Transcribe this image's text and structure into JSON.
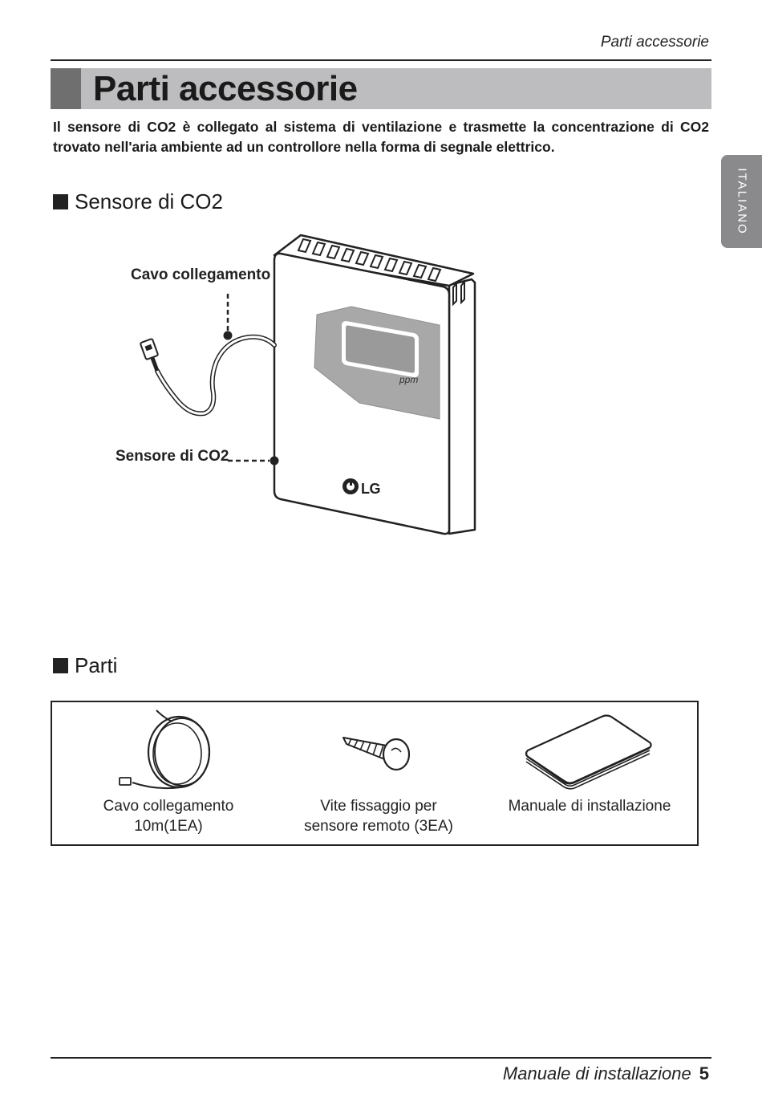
{
  "header": {
    "running_title": "Parti accessorie"
  },
  "title": "Parti accessorie",
  "intro": "Il sensore di CO2 è collegato al sistema di ventilazione e trasmette la concentrazione di CO2 trovato nell'aria ambiente ad un controllore nella forma di segnale elettrico.",
  "language_tab": "ITALIANO",
  "section_sensor": {
    "heading": "Sensore di CO2",
    "callouts": {
      "cable": "Cavo collegamento",
      "sensor": "Sensore di CO2"
    },
    "display_unit": "ppm",
    "brand": "LG"
  },
  "section_parts": {
    "heading": "Parti",
    "items": [
      {
        "label_line1": "Cavo collegamento",
        "label_line2": "10m(1EA)",
        "icon": "cable-coil-icon"
      },
      {
        "label_line1": "Vite fissaggio per",
        "label_line2": "sensore remoto (3EA)",
        "icon": "screw-icon"
      },
      {
        "label_line1": "Manuale di installazione",
        "label_line2": "",
        "icon": "manual-book-icon"
      }
    ]
  },
  "footer": {
    "text": "Manuale di installazione",
    "page_number": "5"
  },
  "colors": {
    "title_bar": "#bdbdbf",
    "title_accent": "#6f6f70",
    "language_tab": "#8a8a8c",
    "display_panel": "#a8a8a8"
  }
}
